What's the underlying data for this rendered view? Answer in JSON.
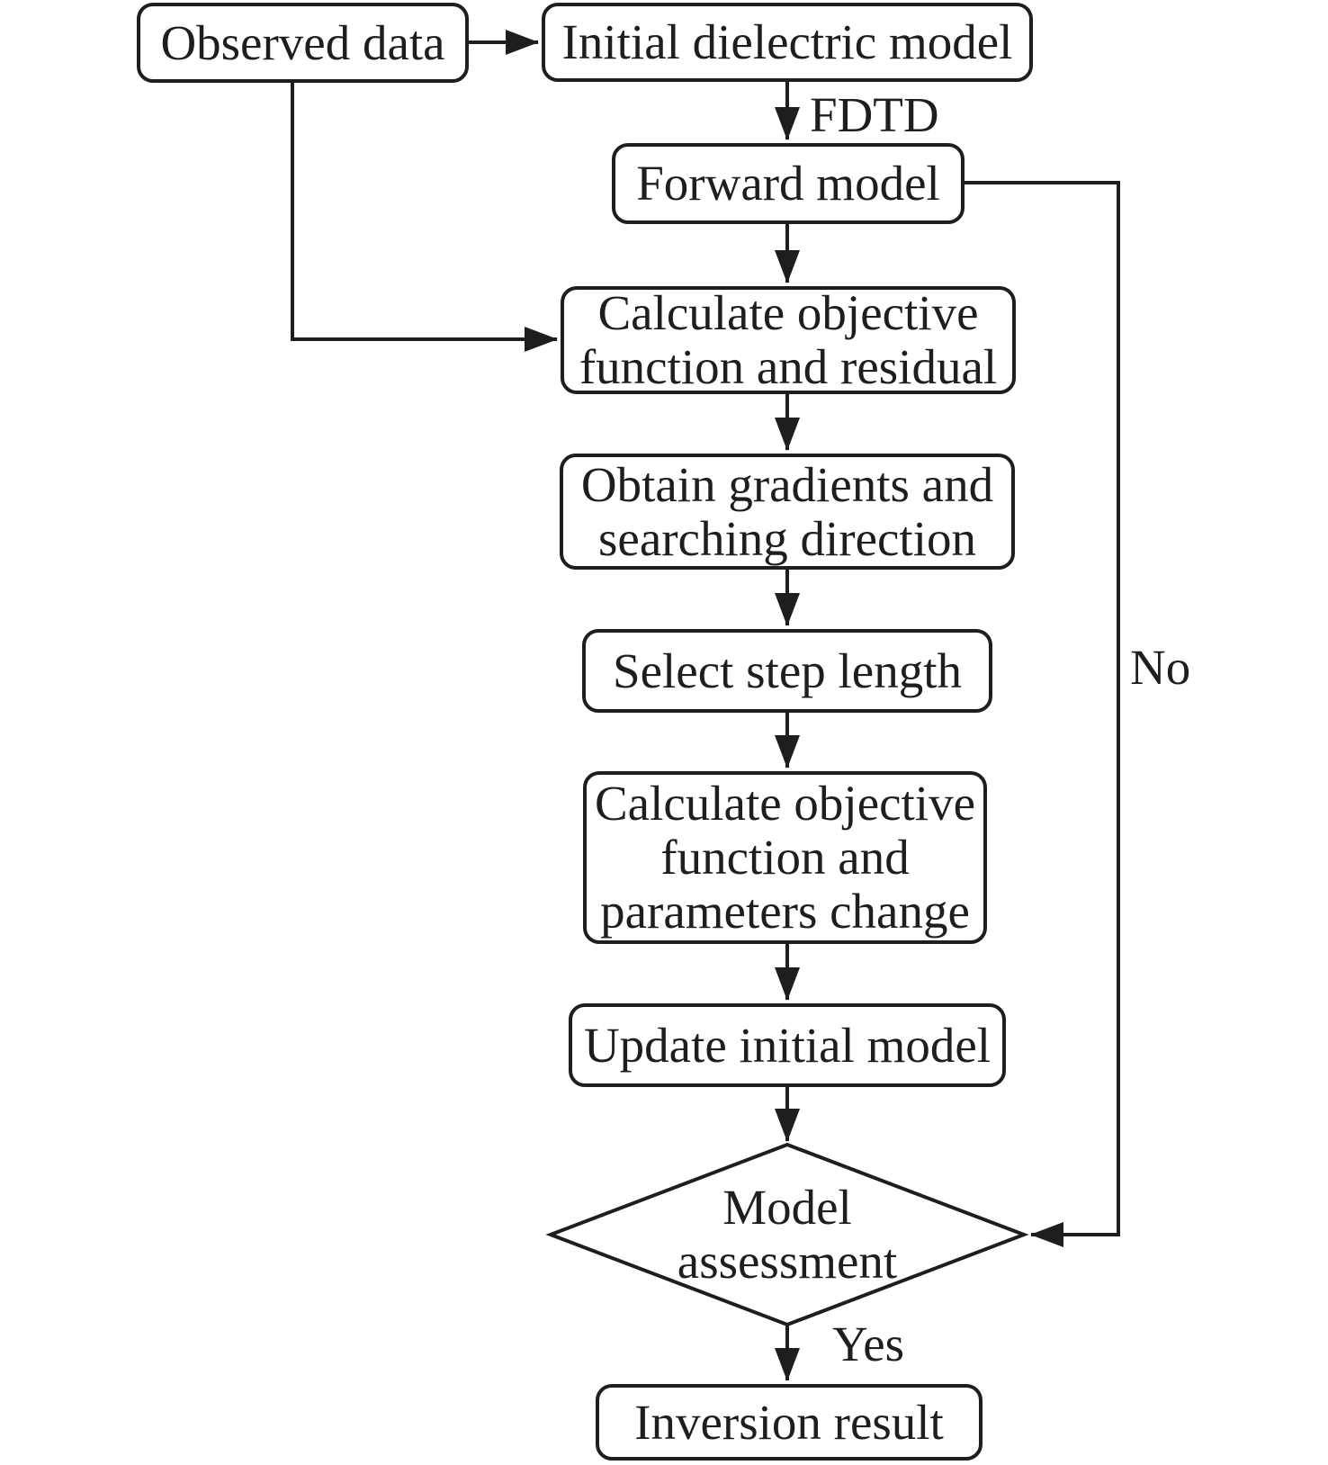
{
  "diagram": {
    "type": "flowchart",
    "background_color": "#ffffff",
    "stroke_color": "#1e1e1e",
    "text_color": "#1e1e1e",
    "nodes": {
      "observed_data": {
        "label": "Observed data",
        "shape": "rounded-rect"
      },
      "initial_dielectric_model": {
        "label": "Initial dielectric model",
        "shape": "rounded-rect"
      },
      "forward_model": {
        "label": "Forward model",
        "shape": "rounded-rect"
      },
      "calculate_objective_residual": {
        "label": "Calculate objective function and residual",
        "shape": "rounded-rect"
      },
      "obtain_gradients": {
        "label": "Obtain gradients and searching direction",
        "shape": "rounded-rect"
      },
      "select_step_length": {
        "label": "Select step length",
        "shape": "rounded-rect"
      },
      "calculate_objective_parameters": {
        "label": "Calculate objective function and parameters change",
        "shape": "rounded-rect"
      },
      "update_initial_model": {
        "label": "Update initial model",
        "shape": "rounded-rect"
      },
      "model_assessment": {
        "label": "Model assessment",
        "shape": "diamond"
      },
      "inversion_result": {
        "label": "Inversion result",
        "shape": "rounded-rect"
      }
    },
    "edge_labels": {
      "fdtd": "FDTD",
      "no": "No",
      "yes": "Yes"
    }
  }
}
